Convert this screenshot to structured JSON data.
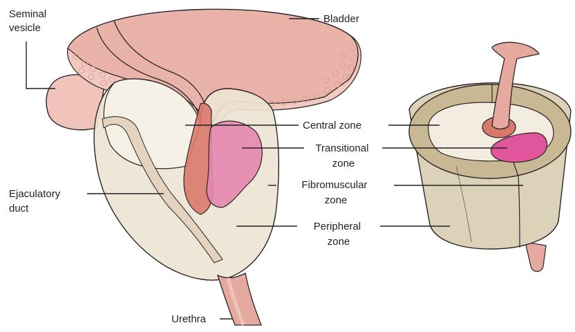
{
  "labels": {
    "seminal_vesicle": [
      "Seminal",
      "vesicle"
    ],
    "bladder": "Bladder",
    "central_zone": "Central zone",
    "transitional_zone": [
      "Transitional",
      "zone"
    ],
    "fibromuscular_zone": [
      "Fibromuscular",
      "zone"
    ],
    "ejaculatory_duct": [
      "Ejaculatory",
      "duct"
    ],
    "peripheral_zone": [
      "Peripheral",
      "zone"
    ],
    "urethra": "Urethra"
  },
  "colors": {
    "bladder": "#e9b3aa",
    "bladder_wall": "#f2c9c0",
    "seminal_vesicle": "#f0c4bb",
    "peripheral_zone": "#ede4d4",
    "central_zone_fill": "#f6f1e6",
    "transitional_zone": "#e487b0",
    "urethra": "#e6a9a0",
    "urethra_dark": "#d9796c",
    "section_outer": "#dcd2ba",
    "section_ring": "#c8b893",
    "section_inner": "#f2ede0",
    "section_pink": "#e0559b",
    "outline": "#2a2324"
  }
}
